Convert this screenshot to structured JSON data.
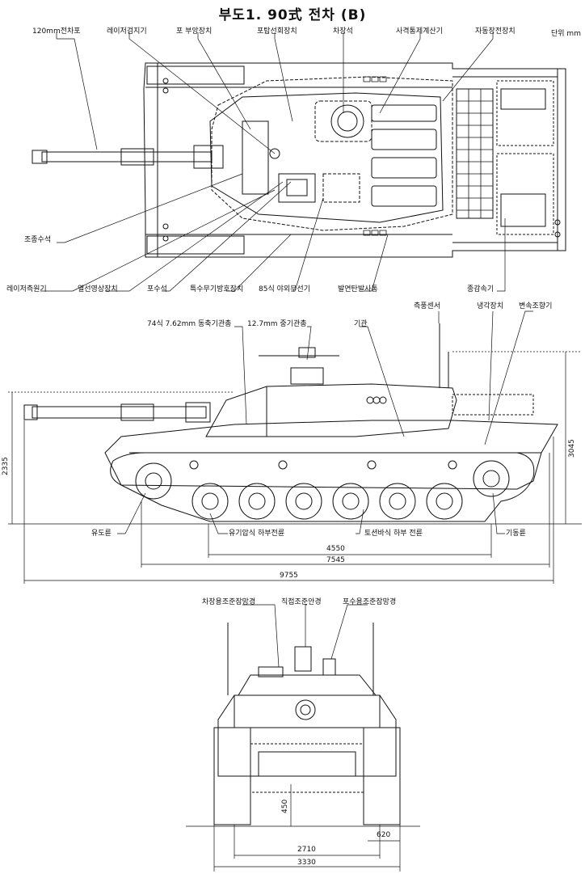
{
  "title": "부도1. 90式 전차 (B)",
  "unit": "단위 mm",
  "top_view": {
    "labels": {
      "gun": "120mm전차포",
      "laser_detector": "레이저검지기",
      "gun_stabilizer": "포 부앙장치",
      "turret_traverse": "포탑선회장치",
      "commander_seat": "차장석",
      "fire_control_computer": "사격통제계산기",
      "autoloader": "자동장전장치",
      "driver_seat": "조종수석",
      "laser_rangefinder": "레이저측원기",
      "thermal_imager": "열선영상장치",
      "gunner_seat": "포수석",
      "nbc_protection": "특수무기방호장치",
      "radio": "85식 야외무선기",
      "smoke_launcher": "발연탄발사통",
      "transmission": "종감속기"
    }
  },
  "side_view": {
    "labels": {
      "coax_mg": "74식 7.62mm 동축기관총",
      "heavy_mg": "12.7mm 중기관총",
      "engine": "기관",
      "wind_sensor": "측풍센서",
      "cooling": "냉각장치",
      "gearbox": "변속조향기",
      "idler": "유도륜",
      "hydro_suspension": "유기압식 하부전륜",
      "torsion_suspension": "토션바식 하부 전륜",
      "drive_sprocket": "기동륜"
    },
    "dimensions": {
      "height_hull": "2335",
      "height_total": "3045",
      "wheelbase": "4550",
      "hull_length": "7545",
      "total_length": "9755"
    }
  },
  "front_view": {
    "labels": {
      "commander_sight": "차장용조준잠망경",
      "direct_sight": "직접조준안경",
      "gunner_sight": "포수용조준잠망경"
    },
    "dimensions": {
      "ground_clearance": "450",
      "track_width": "620",
      "track_center": "2710",
      "total_width": "3330"
    }
  }
}
